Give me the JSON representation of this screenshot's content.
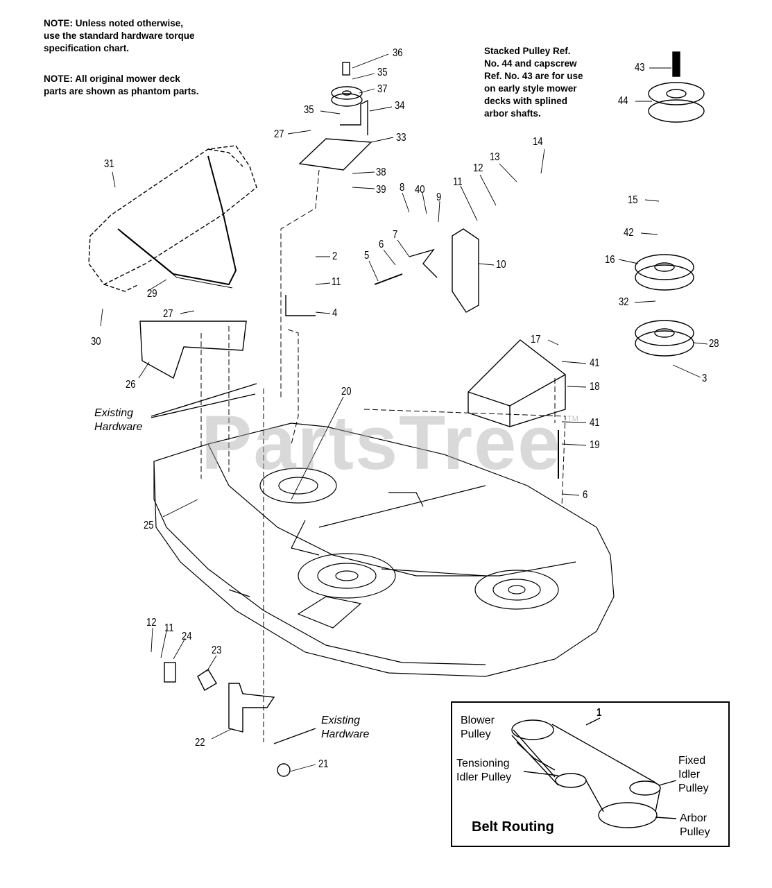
{
  "notes": {
    "hardware_torque": [
      "NOTE: Unless noted otherwise,",
      "use the standard hardware torque",
      "specification chart."
    ],
    "phantom_parts": [
      "NOTE: All original mower deck",
      "parts are shown as phantom parts."
    ],
    "stacked_pulley": [
      "Stacked Pulley Ref.",
      "No. 44 and capscrew",
      "Ref. No. 43 are for use",
      "on early style mower",
      "decks with splined",
      "arbor shafts."
    ]
  },
  "existing_hardware": [
    "Existing",
    "Hardware"
  ],
  "callouts": {
    "c36": "36",
    "c35a": "35",
    "c37": "37",
    "c35b": "35",
    "c34": "34",
    "c27a": "27",
    "c33": "33",
    "c38": "38",
    "c39": "39",
    "c31": "31",
    "c14": "14",
    "c13": "13",
    "c12a": "12",
    "c11a": "11",
    "c8": "8",
    "c40": "40",
    "c9": "9",
    "c7": "7",
    "c6a": "6",
    "c5": "5",
    "c10": "10",
    "c2": "2",
    "c11b": "11",
    "c4": "4",
    "c29": "29",
    "c30": "30",
    "c27b": "27",
    "c26": "26",
    "c20": "20",
    "c17": "17",
    "c41a": "41",
    "c18": "18",
    "c41b": "41",
    "c19": "19",
    "c6b": "6",
    "c25": "25",
    "c43": "43",
    "c44": "44",
    "c15": "15",
    "c42": "42",
    "c16": "16",
    "c32": "32",
    "c28": "28",
    "c3": "3",
    "c12b": "12",
    "c11c": "11",
    "c24": "24",
    "c23": "23",
    "c22": "22",
    "c21": "21",
    "c1": "1"
  },
  "belt_routing": {
    "title": "Belt Routing",
    "blower": [
      "Blower",
      "Pulley"
    ],
    "tensioning": [
      "Tensioning",
      "Idler Pulley"
    ],
    "fixed": [
      "Fixed",
      "Idler",
      "Pulley"
    ],
    "arbor": [
      "Arbor",
      "Pulley"
    ]
  },
  "watermark": "PartsTree",
  "watermark_tm": "TM"
}
